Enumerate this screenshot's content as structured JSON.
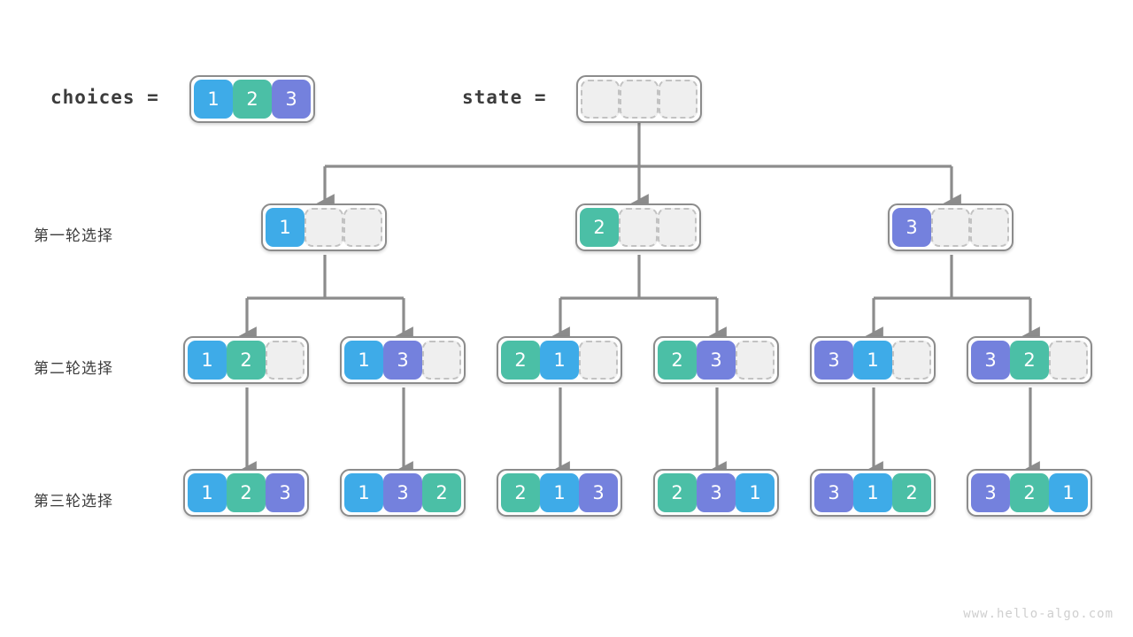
{
  "header": {
    "choices_label": "choices  =",
    "state_label": "state  =",
    "choices_values": [
      "1",
      "2",
      "3"
    ],
    "state_values": [
      "",
      "",
      ""
    ]
  },
  "row_labels": [
    "第一轮选择",
    "第二轮选择",
    "第三轮选择"
  ],
  "rows": [
    {
      "name": "round-1",
      "nodes": [
        {
          "cells": [
            "1",
            "",
            ""
          ]
        },
        {
          "cells": [
            "2",
            "",
            ""
          ]
        },
        {
          "cells": [
            "3",
            "",
            ""
          ]
        }
      ]
    },
    {
      "name": "round-2",
      "nodes": [
        {
          "cells": [
            "1",
            "2",
            ""
          ]
        },
        {
          "cells": [
            "1",
            "3",
            ""
          ]
        },
        {
          "cells": [
            "2",
            "1",
            ""
          ]
        },
        {
          "cells": [
            "2",
            "3",
            ""
          ]
        },
        {
          "cells": [
            "3",
            "1",
            ""
          ]
        },
        {
          "cells": [
            "3",
            "2",
            ""
          ]
        }
      ]
    },
    {
      "name": "round-3",
      "nodes": [
        {
          "cells": [
            "1",
            "2",
            "3"
          ]
        },
        {
          "cells": [
            "1",
            "3",
            "2"
          ]
        },
        {
          "cells": [
            "2",
            "1",
            "3"
          ]
        },
        {
          "cells": [
            "2",
            "3",
            "1"
          ]
        },
        {
          "cells": [
            "3",
            "1",
            "2"
          ]
        },
        {
          "cells": [
            "3",
            "2",
            "1"
          ]
        }
      ]
    }
  ],
  "colors": {
    "value_1": "#3eabe8",
    "value_2": "#4bbfa6",
    "value_3": "#7481dd",
    "empty_fill": "#efefef",
    "empty_border": "#c2c2c2",
    "node_border": "#8c8c8c",
    "edge": "#8c8c8c",
    "text": "#3c3c3c",
    "background": "#ffffff"
  },
  "watermark": "www.hello-algo.com"
}
